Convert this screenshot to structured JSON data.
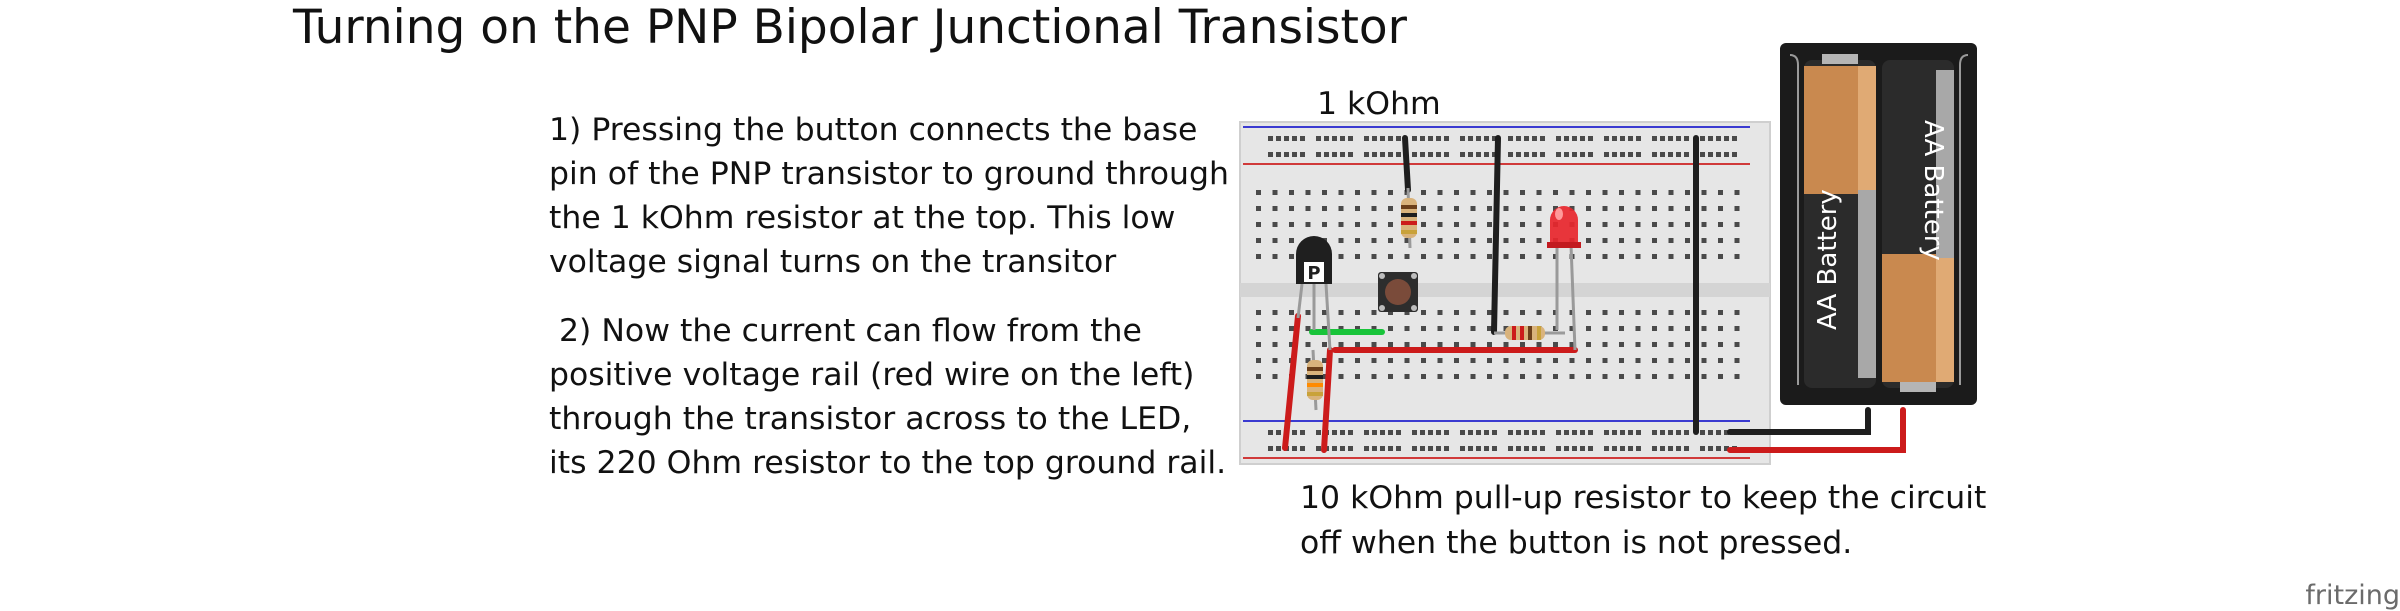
{
  "title": "Turning on the PNP Bipolar Junctional Transistor",
  "step1_lines": [
    "1) Pressing the button connects the base",
    "pin of the PNP transistor to ground through",
    "the 1 kOhm resistor at the top. This low",
    "voltage signal turns on the transitor"
  ],
  "step2_lines": [
    " 2) Now the current can flow from the",
    "positive voltage rail (red wire on the left)",
    "through the transistor across to the LED,",
    "its 220 Ohm resistor to the top ground rail."
  ],
  "resistor_top_label": "1 kOhm",
  "pullup_note_lines": [
    "10 kOhm pull-up resistor to keep the circuit",
    "off when the button is not pressed."
  ],
  "battery_label": "AA Battery",
  "transistor_marking": "P",
  "brand": "fritzing",
  "colors": {
    "wire_red": "#cc1b1b",
    "wire_black": "#1e1e1e",
    "wire_green": "#19c43a",
    "led": "#e8262c",
    "battery_copper": "#c9894f",
    "breadboard": "#eaeaea"
  }
}
